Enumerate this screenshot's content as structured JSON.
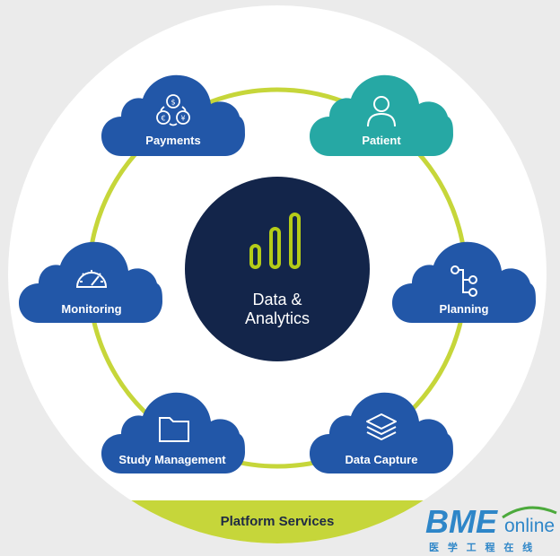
{
  "center": {
    "line1": "Data &",
    "line2": "Analytics",
    "color": "#13254a",
    "bar_color": "#b5cc18"
  },
  "platform": {
    "label": "Platform Services",
    "color": "#c6d63a"
  },
  "ring_color": "#c6d63a",
  "clouds": [
    {
      "key": "payments",
      "label": "Payments",
      "icon": "currency-exchange-icon",
      "color": "#2257a8"
    },
    {
      "key": "patient",
      "label": "Patient",
      "icon": "person-icon",
      "color": "#26a8a4"
    },
    {
      "key": "monitoring",
      "label": "Monitoring",
      "icon": "gauge-icon",
      "color": "#2257a8"
    },
    {
      "key": "planning",
      "label": "Planning",
      "icon": "workflow-nodes-icon",
      "color": "#2257a8"
    },
    {
      "key": "study_management",
      "label": "Study Management",
      "icon": "folder-icon",
      "color": "#2257a8"
    },
    {
      "key": "data_capture",
      "label": "Data Capture",
      "icon": "layers-icon",
      "color": "#2257a8"
    }
  ],
  "watermark": {
    "brand": "BME",
    "suffix": "online",
    "chinese": "医 学 工 程 在 线",
    "brand_color": "#2e86c8",
    "accent_color": "#4caa3c"
  }
}
